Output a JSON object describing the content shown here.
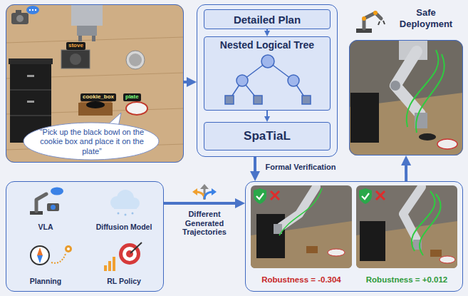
{
  "diagram": {
    "nodes": [
      {
        "text": []
      },
      {
        "text": [
          "stove"
        ],
        "in": 0
      },
      {
        "text": [
          "cookie_box"
        ],
        "in": 0
      },
      {
        "text": [
          "plate"
        ],
        "in": 0
      },
      {
        "text": [
          "“Pick up the black bowl on the cookie box and place it on the plate”"
        ],
        "in": 0
      },
      {
        "text": []
      },
      {
        "text": [
          "Detailed Plan"
        ],
        "in": 5
      },
      {
        "text": [
          "Nested Logical Tree"
        ],
        "in": 5
      },
      {
        "text": [
          "SpaTiaL"
        ],
        "in": 5
      },
      {
        "text": [
          "Safe Deployment"
        ]
      },
      {
        "text": [
          "VLA",
          "Diffusion Model",
          "Planning",
          "RL Policy"
        ]
      },
      {
        "text": [
          "Robustness = -0.304",
          "Robustness = +0.012"
        ]
      }
    ],
    "edges": [
      {
        "from": 0,
        "to": 5,
        "arrow": "to"
      },
      {
        "from": 6,
        "to": 7,
        "arrow": "to"
      },
      {
        "from": 7,
        "to": 8,
        "arrow": "to"
      },
      {
        "from": 5,
        "to": 11,
        "label": "Formal Verification",
        "arrow": "to"
      },
      {
        "from": 10,
        "to": 11,
        "label": "Different Generated Trajectories",
        "arrow": "to"
      },
      {
        "from": 11,
        "to": 9,
        "arrow": "to"
      }
    ]
  }
}
